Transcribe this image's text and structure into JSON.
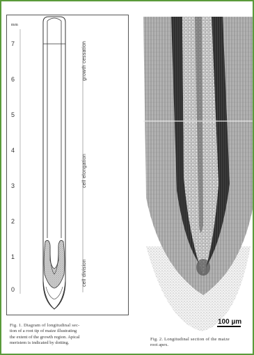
{
  "figure1": {
    "unit": "mm",
    "ticks": [
      "7",
      "6",
      "5",
      "4",
      "3",
      "2",
      "1",
      "0"
    ],
    "zones": {
      "cessation": "growth cessation",
      "elongation": "cell elongation",
      "division": "cell division"
    },
    "caption_lines": [
      "Fig. 1.   Diagram of longitudinal sec-",
      "tion of a root tip of maize illustrating",
      "the extent of the growth region. Apical",
      "meristem is indicated by dotting."
    ]
  },
  "figure2": {
    "scale_bar_label": "100 µm",
    "caption_lines": [
      "Fig. 2.   Longitudinal section of the maize",
      "root apex."
    ]
  },
  "colors": {
    "frame": "#5a9a3a",
    "ink": "#222222",
    "stipple": "#b9b9b9"
  }
}
